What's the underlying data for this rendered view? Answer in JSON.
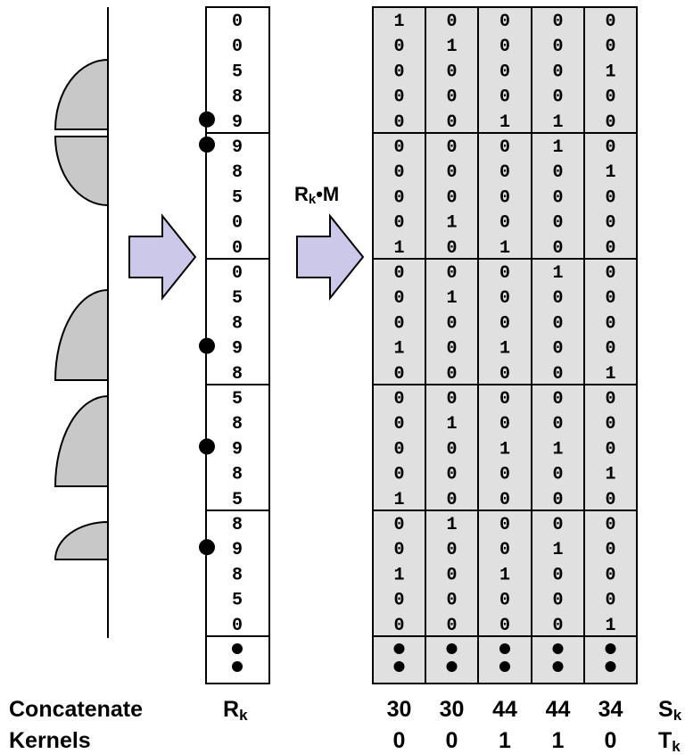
{
  "colors": {
    "kernel_fill": "#c8c8c8",
    "arrow_fill": "#ccc8ea",
    "matrix_fill": "#e0e0e0",
    "line": "#000000"
  },
  "labels": {
    "concatenate": "Concatenate",
    "kernels": "Kernels",
    "rk_main": "R",
    "rk_sub": "k",
    "op_main": "R",
    "op_sub": "k",
    "op_rest": "•M",
    "sk_main": "S",
    "sk_sub": "k",
    "tk_main": "T",
    "tk_sub": "k"
  },
  "rk_column": [
    [
      "0",
      "0",
      "5",
      "8",
      "9"
    ],
    [
      "9",
      "8",
      "5",
      "0",
      "0"
    ],
    [
      "0",
      "5",
      "8",
      "9",
      "8"
    ],
    [
      "5",
      "8",
      "9",
      "8",
      "5"
    ],
    [
      "8",
      "9",
      "8",
      "5",
      "0"
    ]
  ],
  "rk_markers": [
    {
      "group": 0,
      "row": 4
    },
    {
      "group": 1,
      "row": 0
    },
    {
      "group": 2,
      "row": 3
    },
    {
      "group": 3,
      "row": 2
    },
    {
      "group": 4,
      "row": 1
    }
  ],
  "matrix": [
    [
      [
        1,
        0,
        0,
        0,
        0
      ],
      [
        0,
        1,
        0,
        0,
        0
      ],
      [
        0,
        0,
        0,
        0,
        1
      ],
      [
        0,
        0,
        0,
        0,
        0
      ],
      [
        0,
        0,
        1,
        1,
        0
      ]
    ],
    [
      [
        0,
        0,
        0,
        1,
        0
      ],
      [
        0,
        0,
        0,
        0,
        1
      ],
      [
        0,
        0,
        0,
        0,
        0
      ],
      [
        0,
        1,
        0,
        0,
        0
      ],
      [
        1,
        0,
        1,
        0,
        0
      ]
    ],
    [
      [
        0,
        0,
        0,
        1,
        0
      ],
      [
        0,
        1,
        0,
        0,
        0
      ],
      [
        0,
        0,
        0,
        0,
        0
      ],
      [
        1,
        0,
        1,
        0,
        0
      ],
      [
        0,
        0,
        0,
        0,
        1
      ]
    ],
    [
      [
        0,
        0,
        0,
        0,
        0
      ],
      [
        0,
        1,
        0,
        0,
        0
      ],
      [
        0,
        0,
        1,
        1,
        0
      ],
      [
        0,
        0,
        0,
        0,
        1
      ],
      [
        1,
        0,
        0,
        0,
        0
      ]
    ],
    [
      [
        0,
        1,
        0,
        0,
        0
      ],
      [
        0,
        0,
        0,
        1,
        0
      ],
      [
        1,
        0,
        1,
        0,
        0
      ],
      [
        0,
        0,
        0,
        0,
        0
      ],
      [
        0,
        0,
        0,
        0,
        1
      ]
    ]
  ],
  "sk_values": [
    "30",
    "30",
    "44",
    "44",
    "34"
  ],
  "tk_values": [
    "0",
    "0",
    "1",
    "1",
    "0"
  ],
  "icons": [
    "right-arrow-icon",
    "right-arrow-icon",
    "bullet-dot-icon"
  ]
}
